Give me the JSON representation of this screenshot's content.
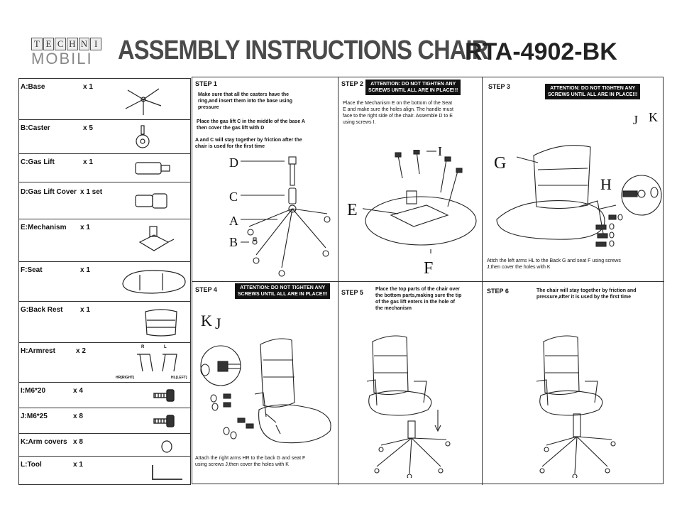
{
  "header": {
    "logo_top": [
      "T",
      "E",
      "C",
      "H",
      "N",
      "I"
    ],
    "logo_bottom": "MOBILI",
    "title": "ASSEMBLY INSTRUCTIONS CHAIR",
    "model": "RTA-4902-BK"
  },
  "parts": [
    {
      "name": "A:Base",
      "qty": "x 1"
    },
    {
      "name": "B:Caster",
      "qty": "x 5"
    },
    {
      "name": "C:Gas Lift",
      "qty": "x 1"
    },
    {
      "name": "D:Gas Lift Cover",
      "qty": "x 1 set"
    },
    {
      "name": "E:Mechanism",
      "qty": "x 1"
    },
    {
      "name": "F:Seat",
      "qty": "x 1"
    },
    {
      "name": "G:Back Rest",
      "qty": "x 1"
    },
    {
      "name": "H:Armrest",
      "qty": "x  2"
    },
    {
      "name": "I:M6*20",
      "qty": "x 4"
    },
    {
      "name": "J:M6*25",
      "qty": "x 8"
    },
    {
      "name": "K:Arm covers",
      "qty": "x 8"
    },
    {
      "name": "L:Tool",
      "qty": "x 1"
    }
  ],
  "armrest_labels": {
    "r": "R",
    "l": "L",
    "hr": "HR(RIGHT)",
    "hl": "HL(LEFT)"
  },
  "steps": {
    "s1": {
      "label": "STEP 1",
      "t1a": "Make sure that all the casters have the",
      "t1b": "ring,and insert them into the base using",
      "t1c": "pressure",
      "t2a": "Place the gas lift C in the middle of the base  A",
      "t2b": "then cover the gas lift with D",
      "t3a": "A and C will stay together by friction after the",
      "t3b": "chair is used for the first time",
      "letters": {
        "d": "D",
        "c": "C",
        "a": "A",
        "b": "B"
      }
    },
    "s2": {
      "label": "STEP 2",
      "warn1": "ATTENTION: DO NOT TIGHTEN ANY",
      "warn2": "SCREWS UNTIL ALL ARE IN PLACE!!!",
      "t1": "Place the Mechanism E on the bottom of the Seat",
      "t2": "E and make sure the holes align. The handle must",
      "t3": "face to the right side of the chair. Assemble D to E",
      "t4": "using screws I.",
      "letters": {
        "i": "I",
        "e": "E",
        "f": "F"
      }
    },
    "s3": {
      "label": "STEP 3",
      "warn1": "ATTENTION: DO NOT TIGHTEN ANY",
      "warn2": "SCREWS UNTIL ALL ARE IN PLACE!!!",
      "t1": "Attch the left   arms HL to the Back G and seat F using screws",
      "t2": "J,then cover the holes with K",
      "letters": {
        "j": "J",
        "k": "K",
        "g": "G",
        "h": "H"
      }
    },
    "s4": {
      "label": "STEP 4",
      "warn1": "ATTENTION: DO NOT TIGHTEN ANY",
      "warn2": "SCREWS UNTIL ALL ARE IN PLACE!!!",
      "t1": "Attach the right arms HR to the back G and seat F",
      "t2": "using screws J,then cover the holes with K",
      "letters": {
        "k": "K",
        "j": "J"
      }
    },
    "s5": {
      "label": "STEP 5",
      "t1": "Place the top parts of the chair over",
      "t2": "the bottom parts,making sure the tip",
      "t3": "of the gas lift enters in the hole of",
      "t4": "the mechanism"
    },
    "s6": {
      "label": "STEP 6",
      "t1": "The chair will stay together by friction and",
      "t2": "pressure,after it is used by the first time"
    }
  }
}
